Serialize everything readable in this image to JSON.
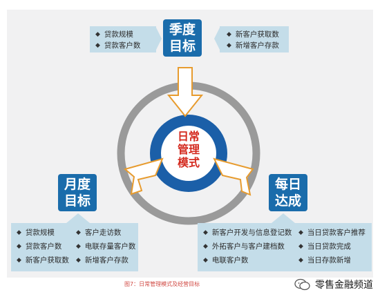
{
  "center": {
    "lines": [
      "日常",
      "管理",
      "模式"
    ]
  },
  "quarter_goal": {
    "lines": [
      "季度",
      "目标"
    ],
    "left_items": [
      "贷款规模",
      "贷款客户数"
    ],
    "right_items": [
      "新客户获取数",
      "新增客户存款"
    ]
  },
  "month_goal": {
    "lines": [
      "月度",
      "目标"
    ],
    "col1": [
      "贷款规模",
      "贷款客户数",
      "新客户获取数"
    ],
    "col2": [
      "客户走访数",
      "电联存量客户数",
      "新增客户存款"
    ]
  },
  "daily_goal": {
    "lines": [
      "每日",
      "达成"
    ],
    "col1": [
      "新客户开发与信息登记数",
      "外拓客户与客户建档数",
      "电联客户数"
    ],
    "col2": [
      "当日贷款客户推荐",
      "当日贷款完成",
      "当日存款新增"
    ]
  },
  "bullet_glyph": "◆",
  "caption": "图7：日常管理模式及经营目标",
  "watermark": "零售金融频道",
  "colors": {
    "goal_blue": "#1a6cab",
    "info_bg": "#c4dde9",
    "ring_gray": "#9a9a9a",
    "inner_blue": "#1b5fa8",
    "arrow_orange": "#e79b2e",
    "center_red": "#d42a1f"
  }
}
